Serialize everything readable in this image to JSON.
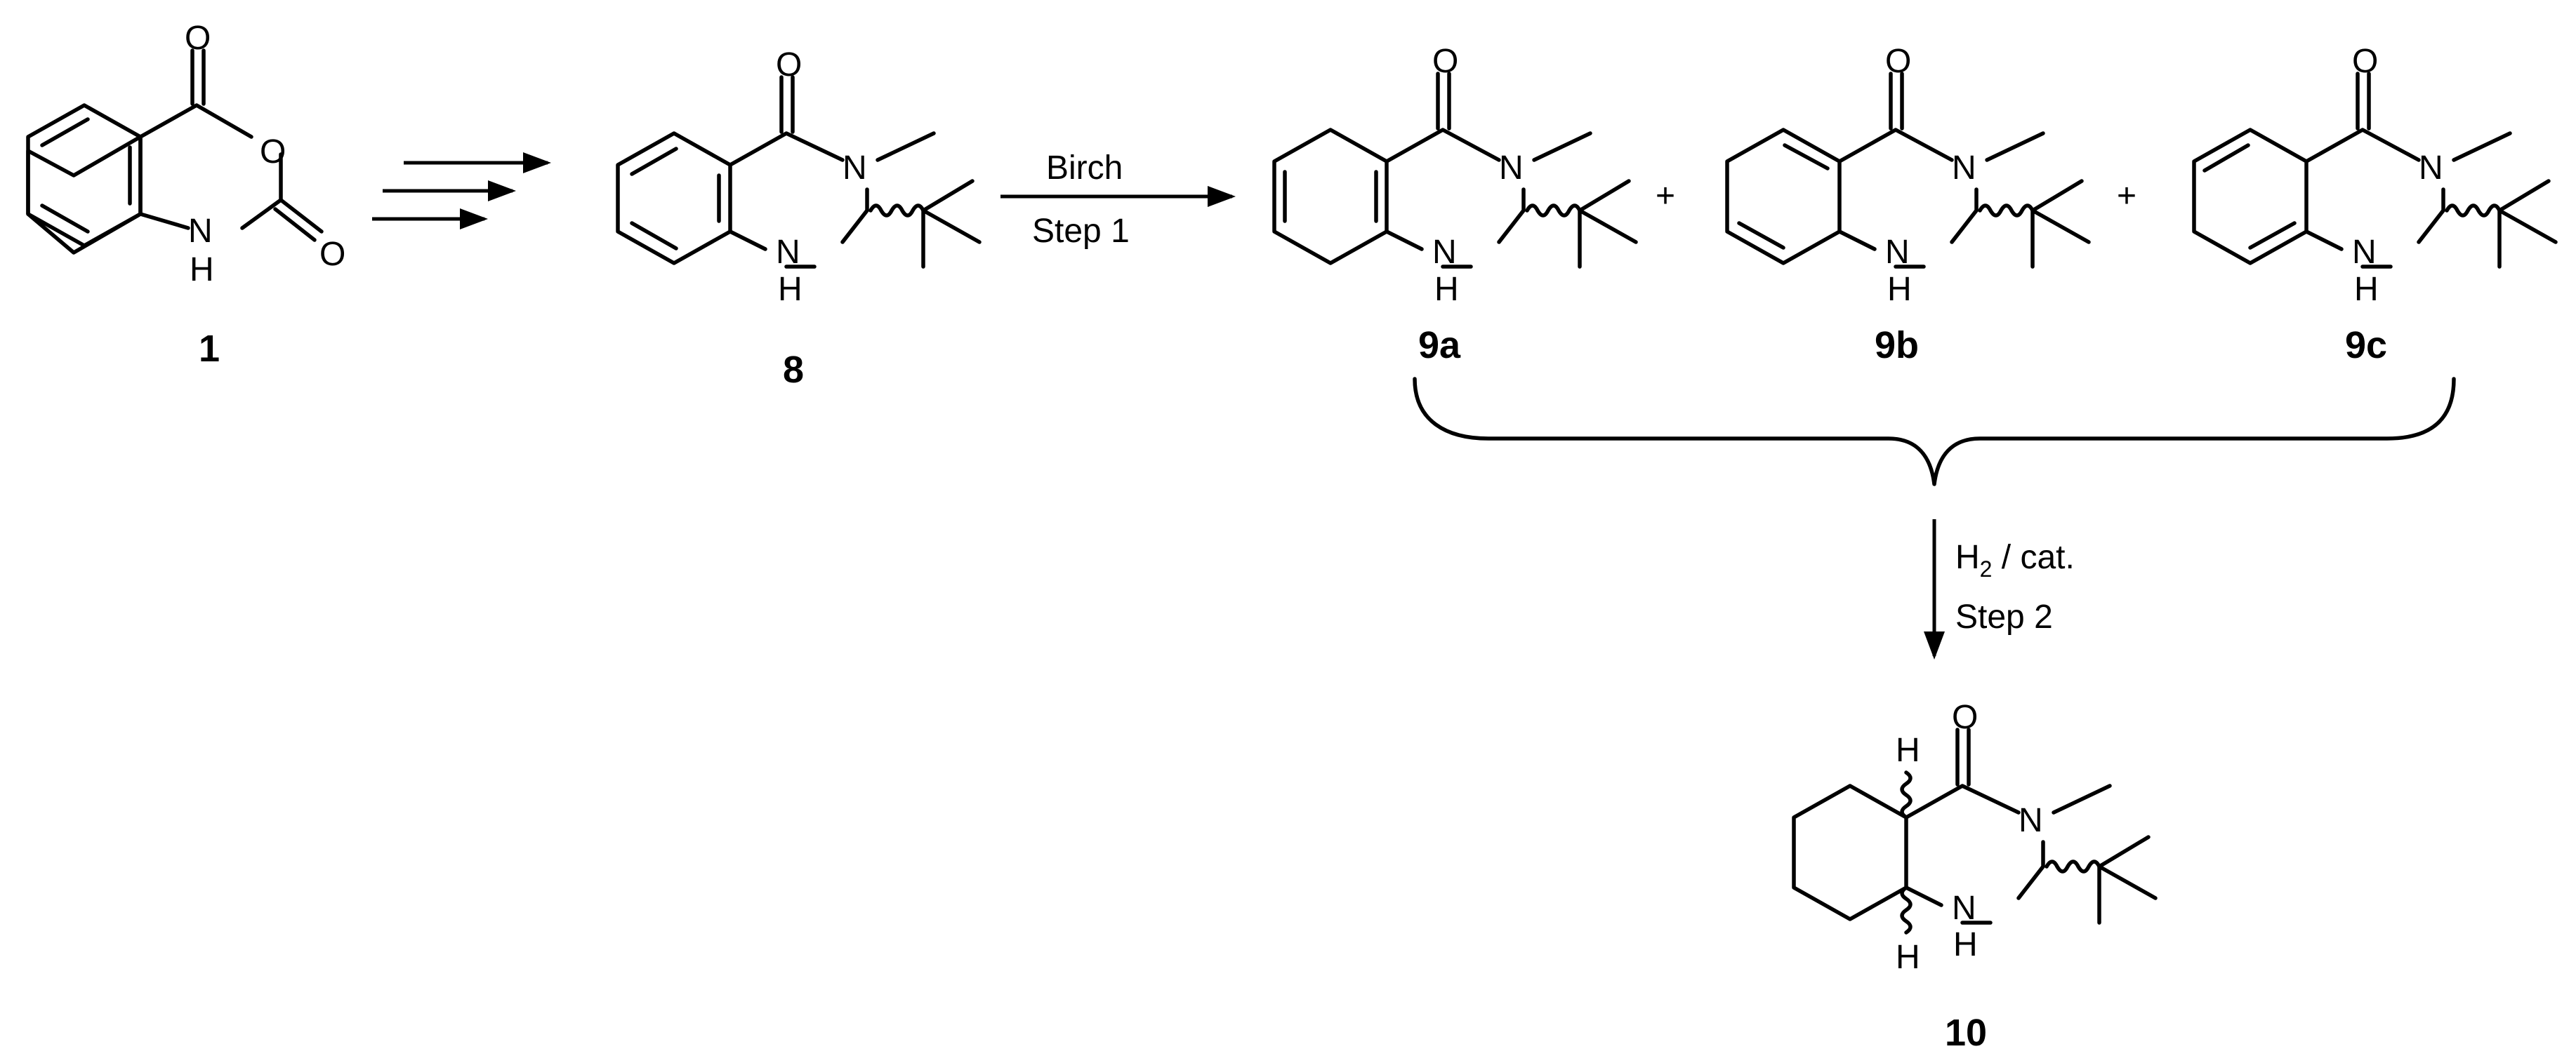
{
  "atoms": {
    "O": "O",
    "N": "N",
    "H": "H"
  },
  "compounds": {
    "c1": "1",
    "c8": "8",
    "c9a": "9a",
    "c9b": "9b",
    "c9c": "9c",
    "c10": "10"
  },
  "plus_sign": "+",
  "step1": {
    "reagent": "Birch",
    "step": "Step 1"
  },
  "step2": {
    "reagent_main": "H",
    "reagent_sub": "2",
    "reagent_rest": " / cat.",
    "step": "Step 2"
  }
}
